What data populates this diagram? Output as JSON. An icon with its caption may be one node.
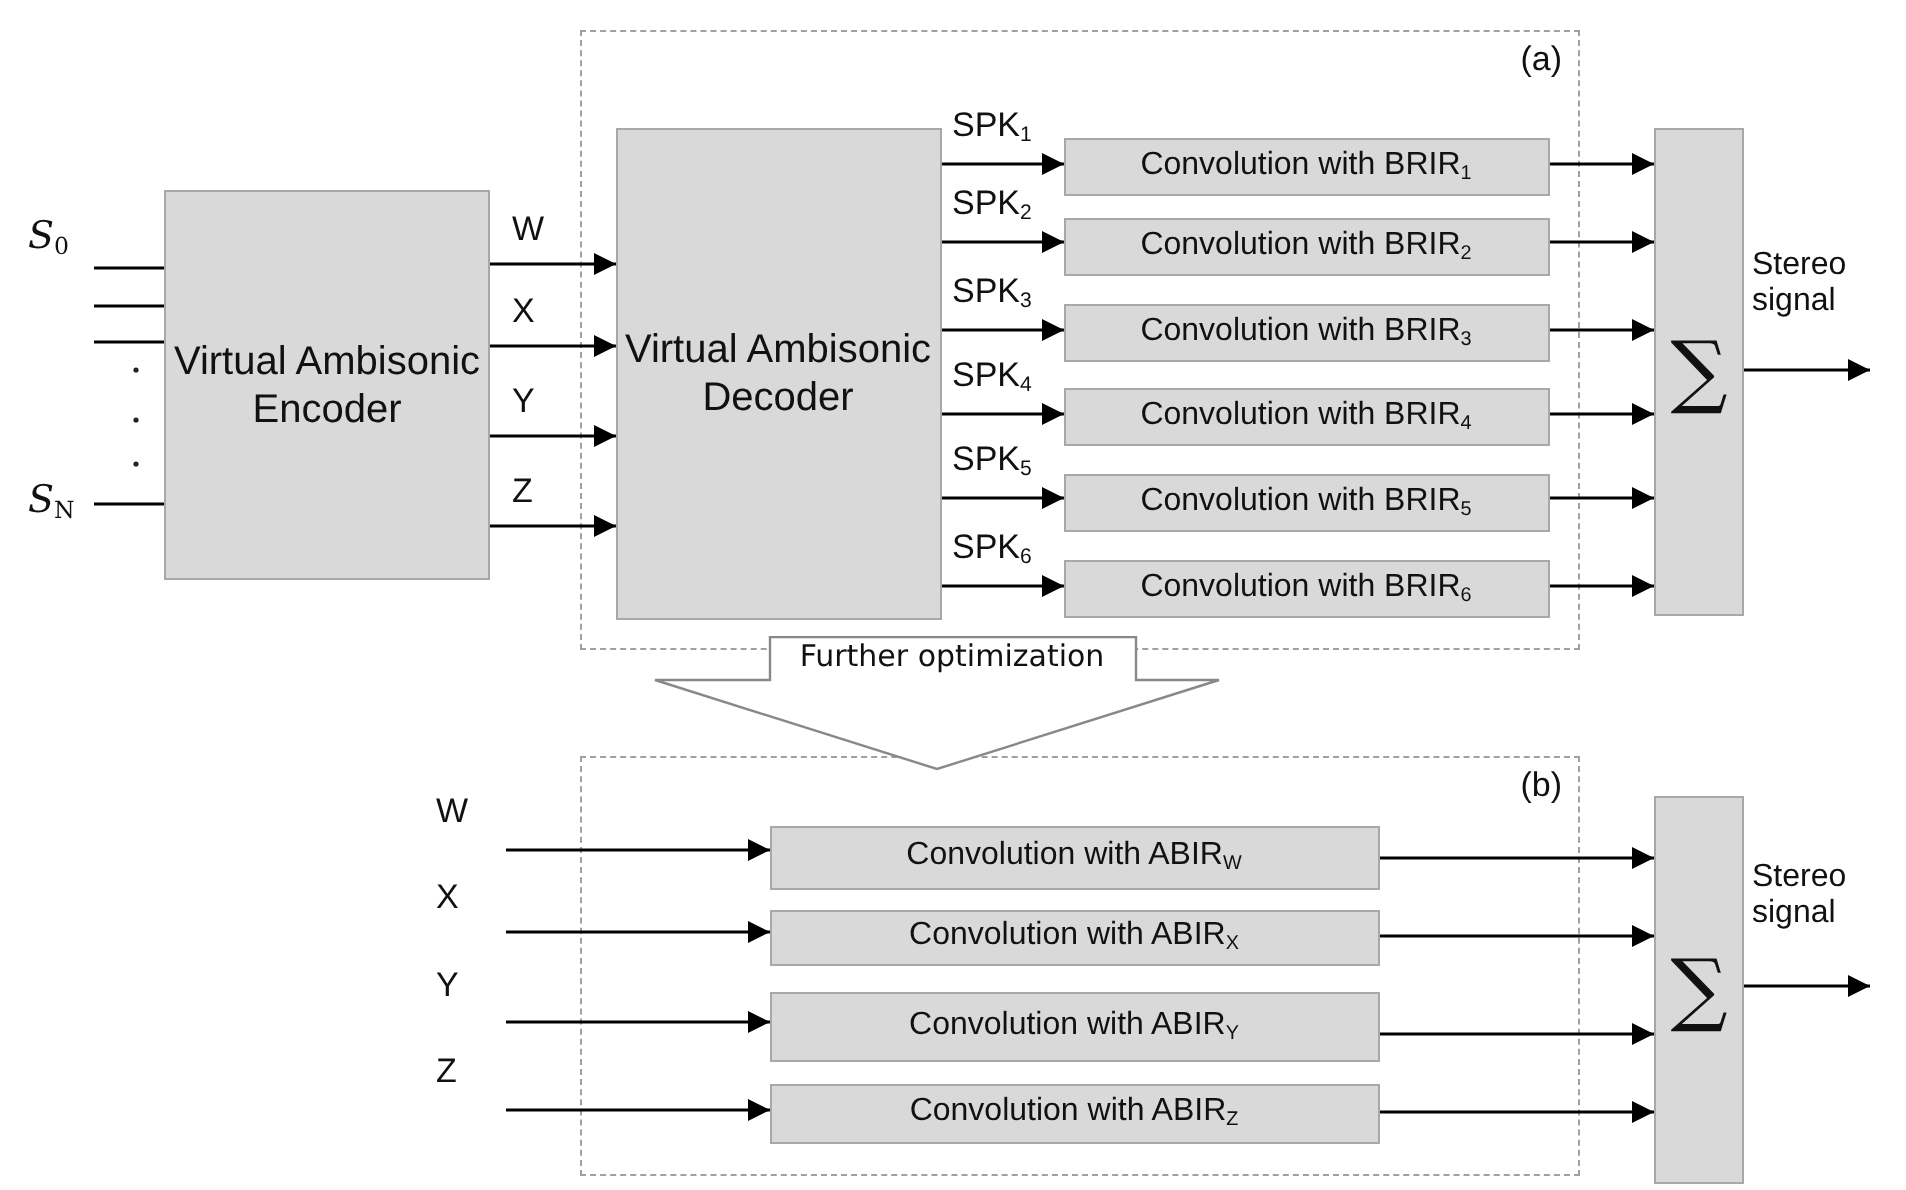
{
  "diagram": {
    "nodes": [
      {
        "text": [
          "Virtual Ambisonic Encoder"
        ]
      },
      {
        "text": [
          "(a)"
        ]
      },
      {
        "text": [
          "Virtual Ambisonic Decoder"
        ],
        "in": 1
      },
      {
        "text": [
          "Convolution with BRIR$_{1}$"
        ],
        "in": 1
      },
      {
        "text": [
          "Convolution with BRIR$_{2}$"
        ],
        "in": 1
      },
      {
        "text": [
          "Convolution with BRIR$_{3}$"
        ],
        "in": 1
      },
      {
        "text": [
          "Convolution with BRIR$_{4}$"
        ],
        "in": 1
      },
      {
        "text": [
          "Convolution with BRIR$_{5}$"
        ],
        "in": 1
      },
      {
        "text": [
          "Convolution with BRIR$_{6}$"
        ],
        "in": 1
      },
      {
        "text": [
          "∑"
        ]
      },
      {
        "text": [
          "Further optimization"
        ]
      },
      {
        "text": [
          "(b)"
        ]
      },
      {
        "text": [
          "Convolution with ABIR$_{W}$"
        ],
        "in": 11
      },
      {
        "text": [
          "Convolution with ABIR$_{X}$"
        ],
        "in": 11
      },
      {
        "text": [
          "Convolution with ABIR$_{Y}$"
        ],
        "in": 11
      },
      {
        "text": [
          "Convolution with ABIR$_{Z}$"
        ],
        "in": 11
      },
      {
        "text": [
          "∑"
        ]
      }
    ],
    "edges": [
      {
        "from": null,
        "to": 0,
        "arrow": "none",
        "label": "*S*$_{0}$"
      },
      {
        "from": null,
        "to": 0,
        "arrow": "none"
      },
      {
        "from": null,
        "to": 0,
        "arrow": "none"
      },
      {
        "from": null,
        "to": 0,
        "arrow": "none",
        "label": "*S*$_{N}$"
      },
      {
        "from": 0,
        "to": 2,
        "arrow": "to",
        "label": "W"
      },
      {
        "from": 0,
        "to": 2,
        "arrow": "to",
        "label": "X"
      },
      {
        "from": 0,
        "to": 2,
        "arrow": "to",
        "label": "Y"
      },
      {
        "from": 0,
        "to": 2,
        "arrow": "to",
        "label": "Z"
      },
      {
        "from": 2,
        "to": 3,
        "arrow": "to",
        "label": "SPK$_{1}$"
      },
      {
        "from": 2,
        "to": 4,
        "arrow": "to",
        "label": "SPK$_{2}$"
      },
      {
        "from": 2,
        "to": 5,
        "arrow": "to",
        "label": "SPK$_{3}$"
      },
      {
        "from": 2,
        "to": 6,
        "arrow": "to",
        "label": "SPK$_{4}$"
      },
      {
        "from": 2,
        "to": 7,
        "arrow": "to",
        "label": "SPK$_{5}$"
      },
      {
        "from": 2,
        "to": 8,
        "arrow": "to",
        "label": "SPK$_{6}$"
      },
      {
        "from": 3,
        "to": 9,
        "arrow": "to"
      },
      {
        "from": 4,
        "to": 9,
        "arrow": "to"
      },
      {
        "from": 5,
        "to": 9,
        "arrow": "to"
      },
      {
        "from": 6,
        "to": 9,
        "arrow": "to"
      },
      {
        "from": 7,
        "to": 9,
        "arrow": "to"
      },
      {
        "from": 8,
        "to": 9,
        "arrow": "to"
      },
      {
        "from": 9,
        "to": null,
        "arrow": "to",
        "label": "Stereo signal"
      },
      {
        "from": null,
        "to": 12,
        "arrow": "to",
        "label": "W"
      },
      {
        "from": null,
        "to": 13,
        "arrow": "to",
        "label": "X"
      },
      {
        "from": null,
        "to": 14,
        "arrow": "to",
        "label": "Y"
      },
      {
        "from": null,
        "to": 15,
        "arrow": "to",
        "label": "Z"
      },
      {
        "from": 12,
        "to": 16,
        "arrow": "to"
      },
      {
        "from": 13,
        "to": 16,
        "arrow": "to"
      },
      {
        "from": 14,
        "to": 16,
        "arrow": "to"
      },
      {
        "from": 15,
        "to": 16,
        "arrow": "to"
      },
      {
        "from": 16,
        "to": null,
        "arrow": "to",
        "label": "Stereo signal"
      }
    ]
  }
}
